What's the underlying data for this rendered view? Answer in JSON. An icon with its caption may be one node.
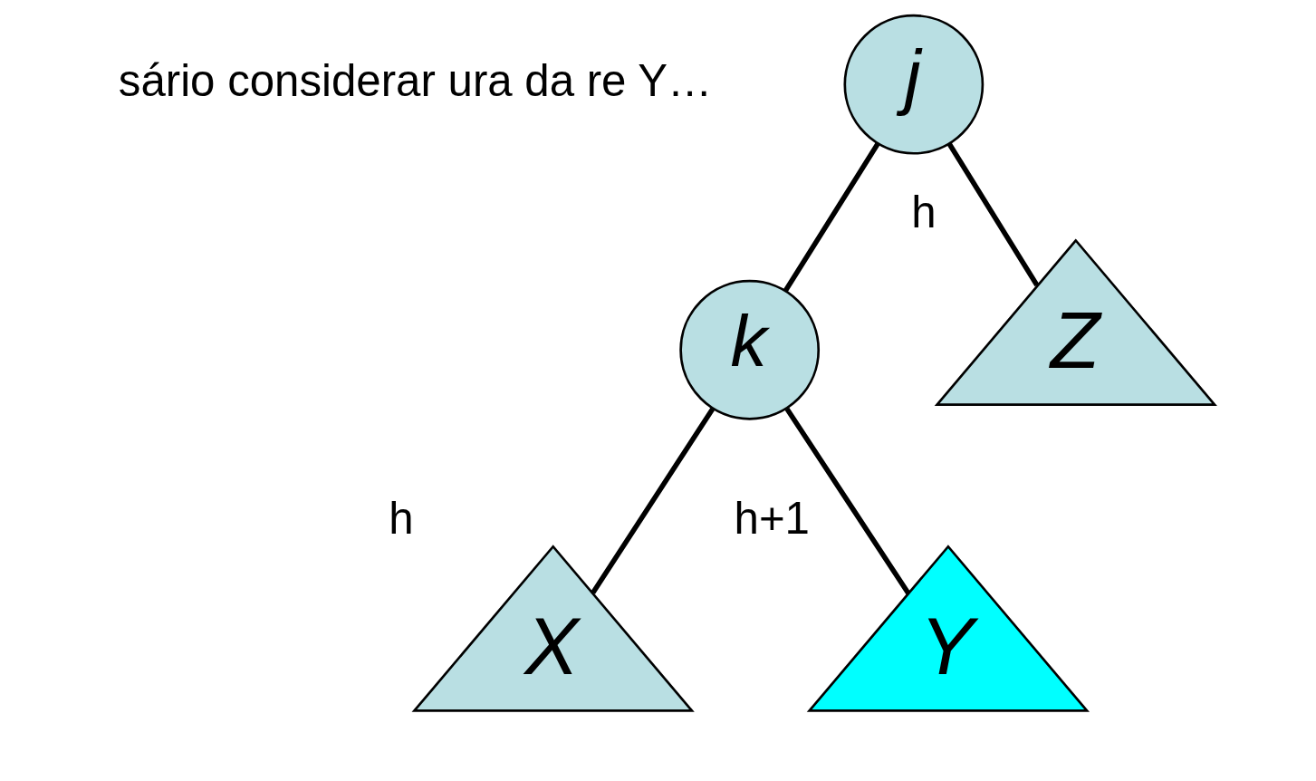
{
  "diagram": {
    "nodes": [
      {
        "text": [
          "j"
        ]
      },
      {
        "text": [
          "k"
        ]
      },
      {
        "text": [
          "X"
        ],
        "beside": [
          "h"
        ]
      },
      {
        "text": [
          "Y"
        ],
        "beside": [
          "h+1"
        ]
      },
      {
        "text": [
          "Z"
        ],
        "beside": [
          "h"
        ]
      }
    ],
    "edges": [
      {
        "from": 0,
        "to": 1,
        "arrow": "none"
      },
      {
        "from": 0,
        "to": 4,
        "arrow": "none"
      },
      {
        "from": 1,
        "to": 2,
        "arrow": "none"
      },
      {
        "from": 1,
        "to": 3,
        "arrow": "none"
      }
    ],
    "labels": [
      "sário considerar ura da re Y…"
    ]
  }
}
